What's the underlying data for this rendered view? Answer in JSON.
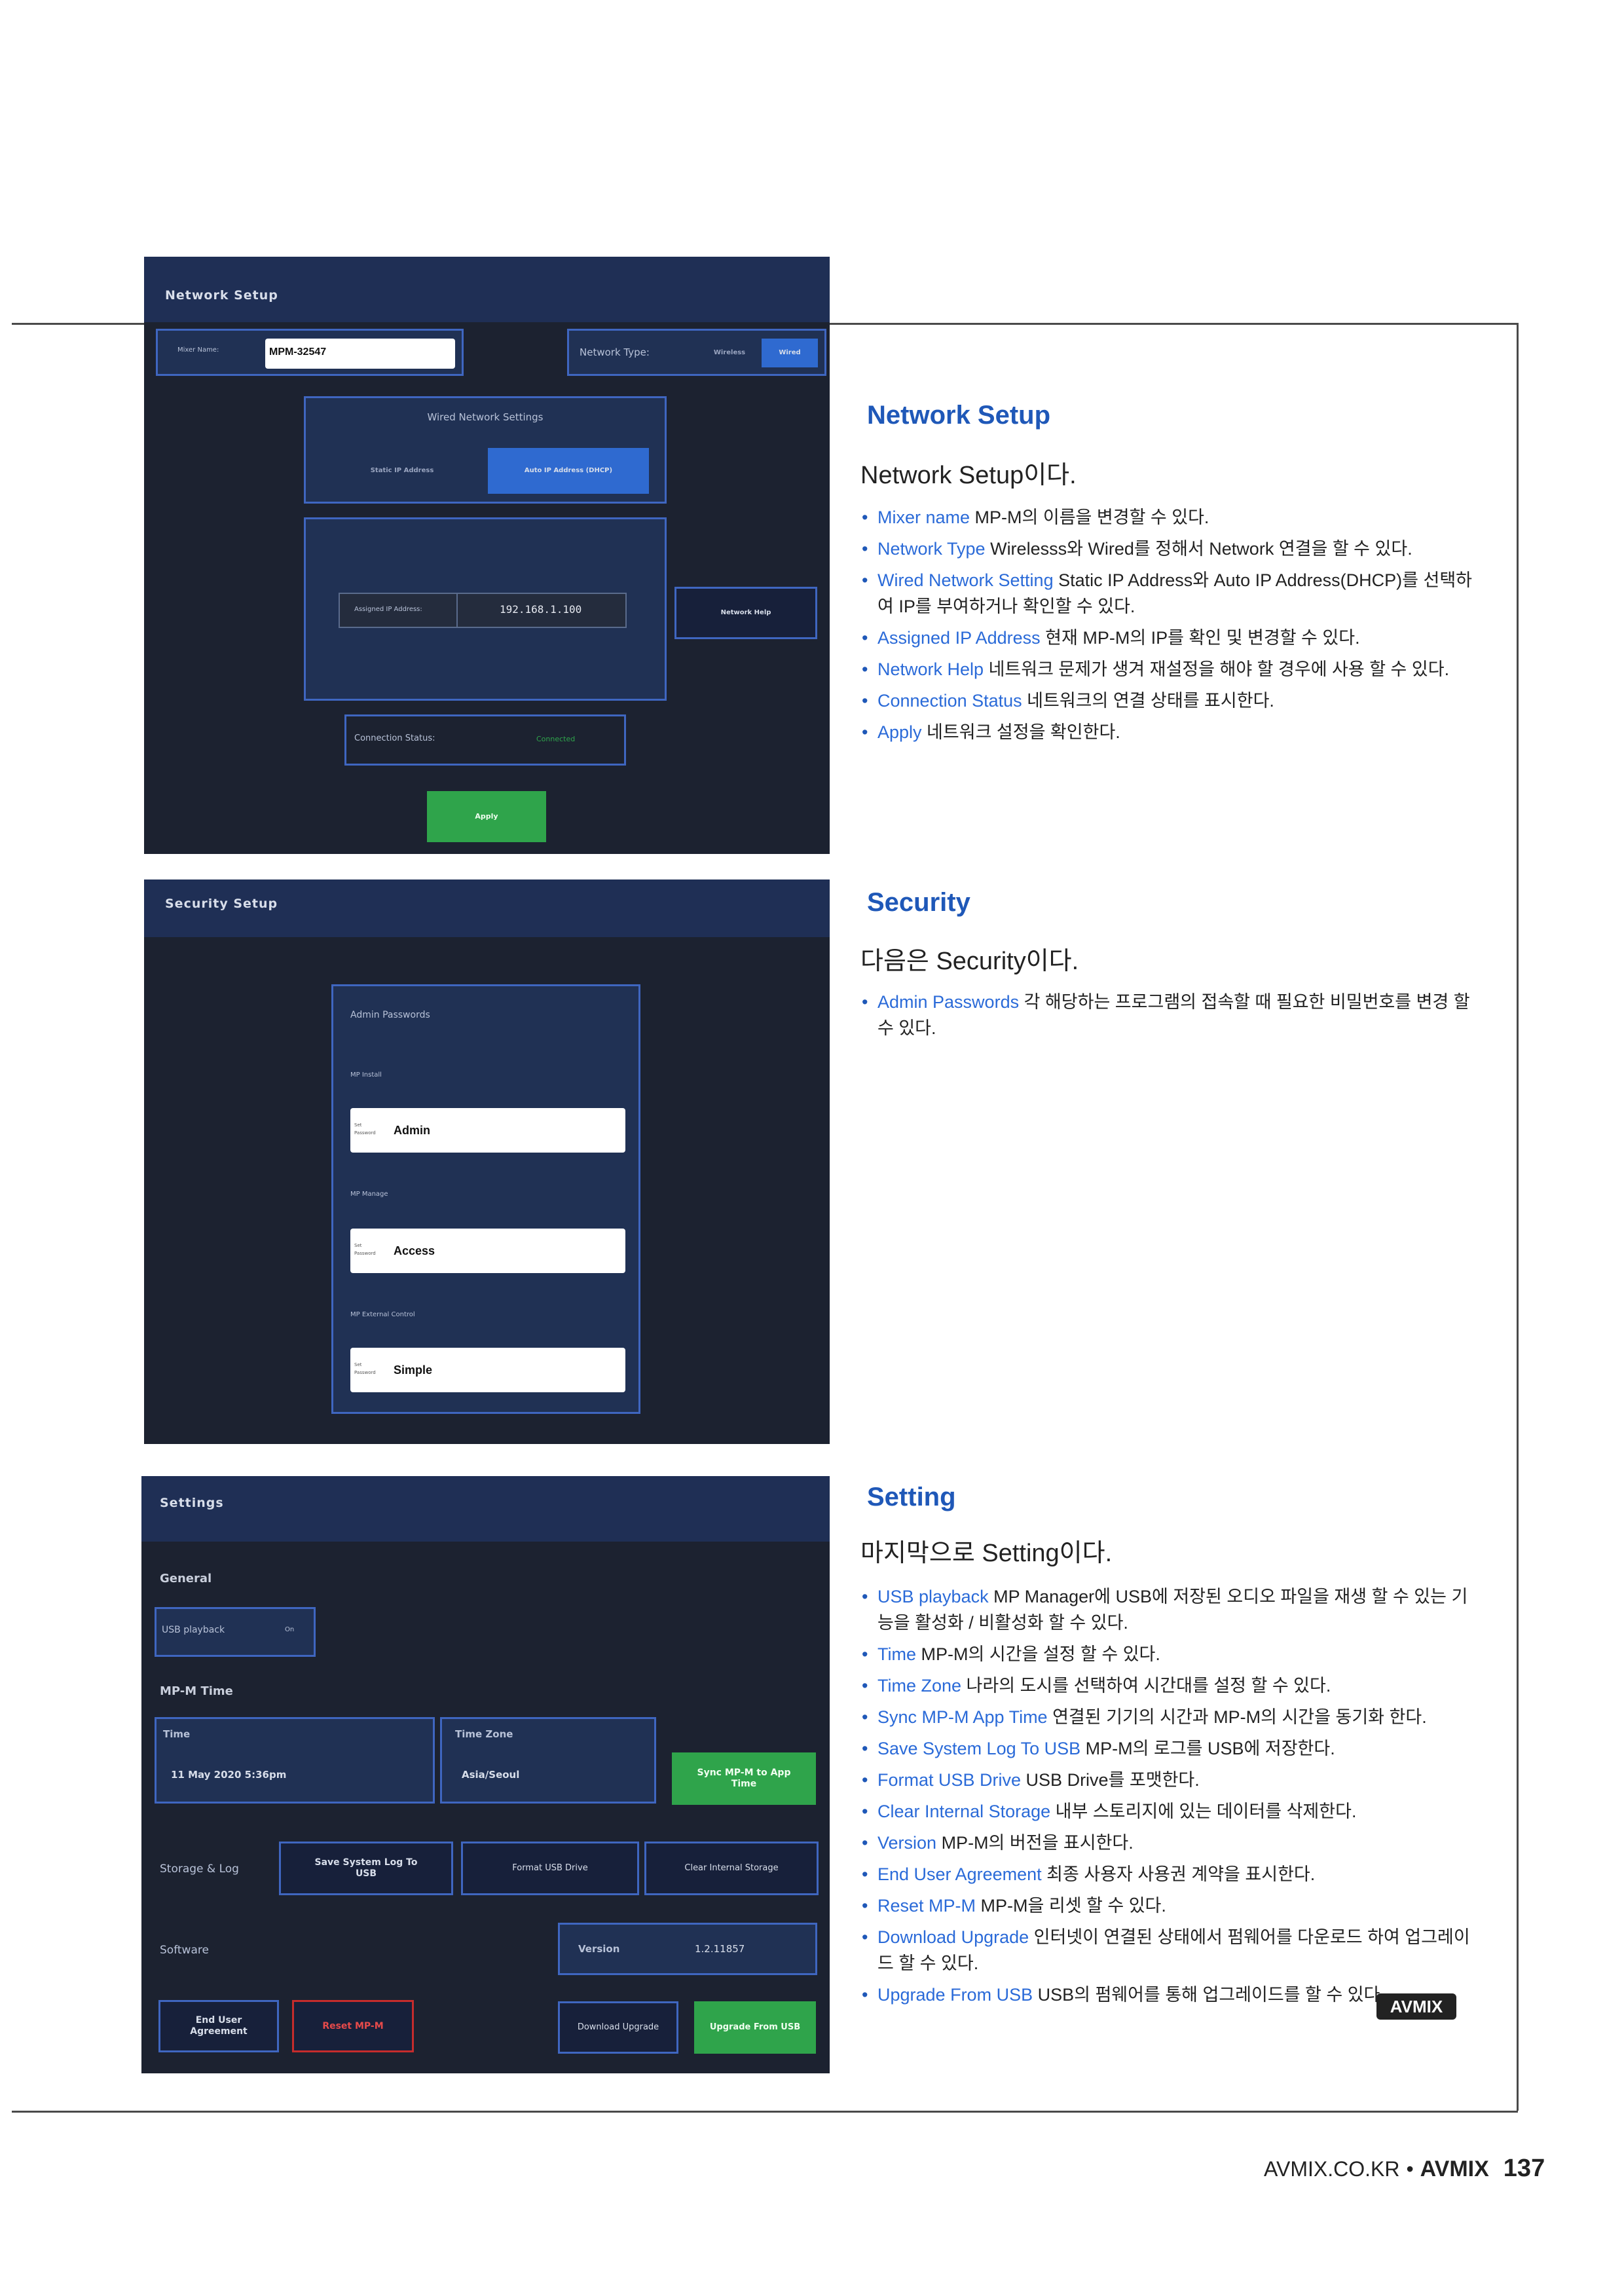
{
  "network_panel": {
    "title": "Network Setup",
    "mixer_name_label": "Mixer Name:",
    "mixer_name_value": "MPM-32547",
    "network_type_label": "Network Type:",
    "type_wireless": "Wireless",
    "type_wired": "Wired",
    "wired_settings_title": "Wired Network Settings",
    "static_ip": "Static IP Address",
    "auto_ip": "Auto IP Address (DHCP)",
    "assigned_ip_label": "Assigned IP Address:",
    "assigned_ip_value": "192.168.1.100",
    "network_help": "Network Help",
    "connection_status_label": "Connection Status:",
    "connection_status_value": "Connected",
    "apply": "Apply"
  },
  "security_panel": {
    "title": "Security Setup",
    "admin_passwords": "Admin Passwords",
    "set_password": "Set Password",
    "fields": [
      {
        "label": "MP Install",
        "value": "Admin"
      },
      {
        "label": "MP Manage",
        "value": "Access"
      },
      {
        "label": "MP External Control",
        "value": "Simple"
      }
    ]
  },
  "settings_panel": {
    "title": "Settings",
    "general": "General",
    "usb_playback": "USB playback",
    "usb_playback_state": "On",
    "mpm_time": "MP-M Time",
    "time_label": "Time",
    "time_value": "11 May 2020 5:36pm",
    "timezone_label": "Time Zone",
    "timezone_value": "Asia/Seoul",
    "sync_button": "Sync MP-M to App Time",
    "storage_log": "Storage & Log",
    "save_log": "Save System Log To USB",
    "format_usb": "Format USB Drive",
    "clear_storage": "Clear Internal Storage",
    "software": "Software",
    "version_label": "Version",
    "version_value": "1.2.11857",
    "eula": "End User Agreement",
    "reset": "Reset MP-M",
    "download_upgrade": "Download Upgrade",
    "upgrade_usb": "Upgrade From USB"
  },
  "sections": {
    "network": {
      "heading": "Network Setup",
      "lead": "Network Setup이다.",
      "items": [
        {
          "term": "Mixer name",
          "text": " MP-M의 이름을 변경할 수 있다."
        },
        {
          "term": "Network Type",
          "text": " Wirelesss와 Wired를 정해서 Network 연결을 할 수 있다."
        },
        {
          "term": "Wired Network Setting",
          "text": " Static IP Address와 Auto IP Address(DHCP)를 선택하여 IP를 부여하거나 확인할 수 있다."
        },
        {
          "term": "Assigned IP Address",
          "text": " 현재 MP-M의 IP를 확인 및 변경할 수 있다."
        },
        {
          "term": "Network Help",
          "text": " 네트워크 문제가 생겨 재설정을 해야 할 경우에 사용 할 수 있다."
        },
        {
          "term": "Connection Status",
          "text": " 네트워크의 연결 상태를 표시한다."
        },
        {
          "term": "Apply",
          "text": " 네트워크 설정을 확인한다."
        }
      ]
    },
    "security": {
      "heading": "Security",
      "lead": "다음은 Security이다.",
      "items": [
        {
          "term": "Admin Passwords",
          "text": " 각 해당하는 프로그램의 접속할 때 필요한 비밀번호를 변경 할 수 있다."
        }
      ]
    },
    "setting": {
      "heading": "Setting",
      "lead": "마지막으로 Setting이다.",
      "items": [
        {
          "term": "USB playback",
          "text": " MP Manager에 USB에 저장된 오디오 파일을 재생 할 수 있는 기능을 활성화 / 비활성화 할 수 있다."
        },
        {
          "term": "Time",
          "text": " MP-M의 시간을 설정 할 수 있다."
        },
        {
          "term": "Time Zone",
          "text": " 나라의 도시를 선택하여 시간대를 설정 할 수 있다."
        },
        {
          "term": "Sync MP-M App Time",
          "text": " 연결된 기기의 시간과 MP-M의 시간을 동기화 한다."
        },
        {
          "term": "Save System Log To USB",
          "text": " MP-M의 로그를 USB에 저장한다."
        },
        {
          "term": "Format USB Drive",
          "text": " USB Drive를 포맷한다."
        },
        {
          "term": "Clear Internal Storage",
          "text": " 내부 스토리지에 있는 데이터를 삭제한다."
        },
        {
          "term": "Version",
          "text": " MP-M의 버전을 표시한다."
        },
        {
          "term": "End User Agreement",
          "text": " 최종 사용자 사용권 계약을 표시한다."
        },
        {
          "term": "Reset MP-M",
          "text": " MP-M을 리셋 할 수 있다."
        },
        {
          "term": "Download Upgrade",
          "text": " 인터넷이 연결된 상태에서 펌웨어를 다운로드 하여 업그레이드 할 수 있다."
        },
        {
          "term": "Upgrade From USB",
          "text": " USB의 펌웨어를 통해 업그레이드를 할 수 있다."
        }
      ]
    }
  },
  "footer": {
    "site": "AVMIX.CO.KR",
    "logo": "AVMIX",
    "page_number": "137"
  },
  "colors": {
    "accent": "#1f58b8",
    "term": "#2a6ad8",
    "panel_bg": "#1c2230",
    "panel_title_bg": "#1f2f55",
    "ui_blue": "#2f6ad0",
    "ui_green": "#2fa44b"
  }
}
